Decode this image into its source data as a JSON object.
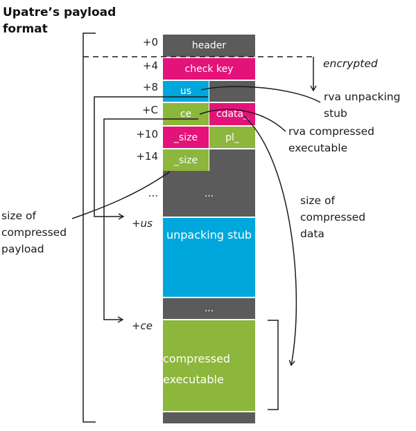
{
  "title": [
    "Upatre’s payload",
    "format"
  ],
  "offsets": [
    "+0",
    "+4",
    "+8",
    "+C",
    "+10",
    "+14",
    "...",
    "+us",
    "+ce"
  ],
  "fields": {
    "header": "header",
    "check_key": "check key",
    "us": "us",
    "ce": "ce",
    "cdata": "cdata_",
    "size_a": "_size",
    "pl": "pl_",
    "size_b": "_size",
    "dots1": "...",
    "unpacking_stub": "unpacking stub",
    "dots2": "...",
    "compressed_executable": [
      "compressed",
      "executable"
    ]
  },
  "annotations": {
    "encrypted": "encrypted",
    "rva_unpacking_stub": [
      "rva unpacking",
      "stub"
    ],
    "rva_compressed_executable": [
      "rva compressed",
      "executable"
    ],
    "size_compressed_data": [
      "size of",
      "compressed",
      "data"
    ],
    "size_compressed_payload": [
      "size of",
      "compressed",
      "payload"
    ]
  },
  "colors": {
    "gray": "#5b5b5b",
    "pink": "#e3137a",
    "blue": "#00a7dc",
    "green": "#8cb63c"
  }
}
